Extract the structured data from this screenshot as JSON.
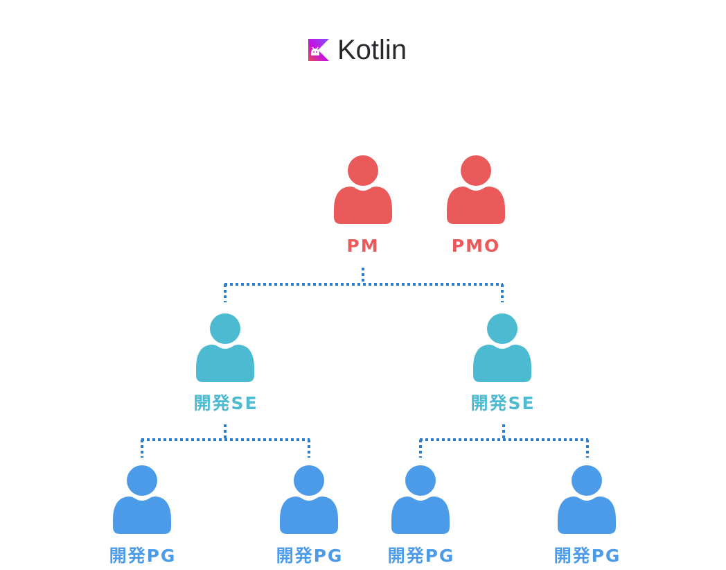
{
  "logo": {
    "text": "Kotlin",
    "icon": "kotlin-android-logo-icon",
    "gradient": [
      "#e44857",
      "#c711e1",
      "#7f52ff"
    ],
    "text_color": "#27282c"
  },
  "colors": {
    "manager": "#ea5a5a",
    "se": "#4cbbd1",
    "pg": "#4b9be9",
    "connector": "#2b7bd0"
  },
  "nodes": {
    "managers": [
      {
        "label": "PM",
        "icon": "person-icon"
      },
      {
        "label": "PMO",
        "icon": "person-icon"
      }
    ],
    "se": [
      {
        "label": "開発SE",
        "icon": "person-icon"
      },
      {
        "label": "開発SE",
        "icon": "person-icon"
      }
    ],
    "pg": [
      {
        "label": "開発PG",
        "icon": "person-icon"
      },
      {
        "label": "開発PG",
        "icon": "person-icon"
      },
      {
        "label": "開発PG",
        "icon": "person-icon"
      },
      {
        "label": "開発PG",
        "icon": "person-icon"
      }
    ]
  },
  "edges": [
    {
      "from": "PM",
      "to": [
        "開発SE (left)",
        "開発SE (right)"
      ]
    },
    {
      "from": "開発SE (left)",
      "to": [
        "開発PG 1",
        "開発PG 2"
      ]
    },
    {
      "from": "開発SE (right)",
      "to": [
        "開発PG 3",
        "開発PG 4"
      ]
    }
  ]
}
